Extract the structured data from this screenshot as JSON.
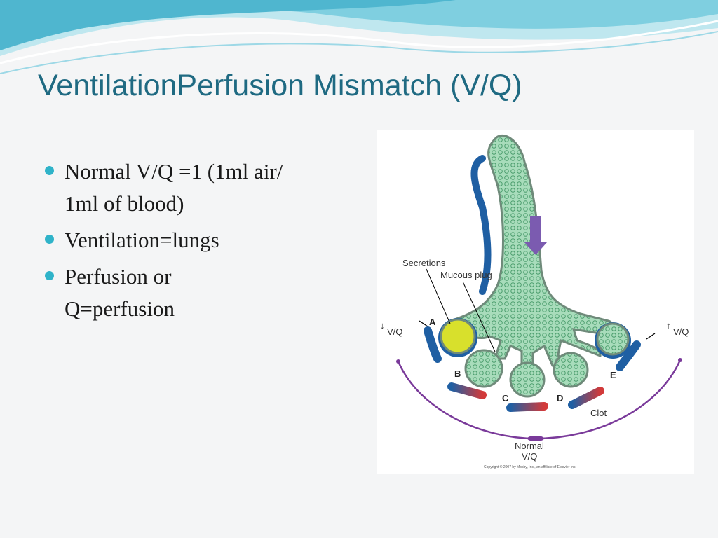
{
  "slide": {
    "title": "VentilationPerfusion Mismatch  (V/Q)",
    "bullets": [
      {
        "line1": "Normal V/Q =1 (1ml air/",
        "line2": "1ml of blood)"
      },
      {
        "line1": "Ventilation=lungs",
        "line2": ""
      },
      {
        "line1": "Perfusion or",
        "line2": "Q=perfusion"
      }
    ]
  },
  "figure": {
    "labels": {
      "secretions": "Secretions",
      "mucous_plug": "Mucous plug",
      "left_vq": "V/Q",
      "right_vq": "V/Q",
      "clot": "Clot",
      "normal_line1": "Normal",
      "normal_line2": "V/Q",
      "copyright": "Copyright © 2007 by Mosby, Inc., an affiliate of Elsevier Inc."
    },
    "alveoli_markers": [
      "A",
      "B",
      "C",
      "D",
      "E"
    ],
    "colors": {
      "accent": "#2fb3c9",
      "title": "#1f6a82",
      "airway_fill": "#9fd6b3",
      "vessel_blue": "#1f5fa3",
      "vessel_red": "#d23a3a",
      "arc_purple": "#7a3a9a",
      "secretion_yellow": "#d8e02c"
    },
    "icons": [
      "down-arrow-icon",
      "up-arrow-icon"
    ]
  }
}
